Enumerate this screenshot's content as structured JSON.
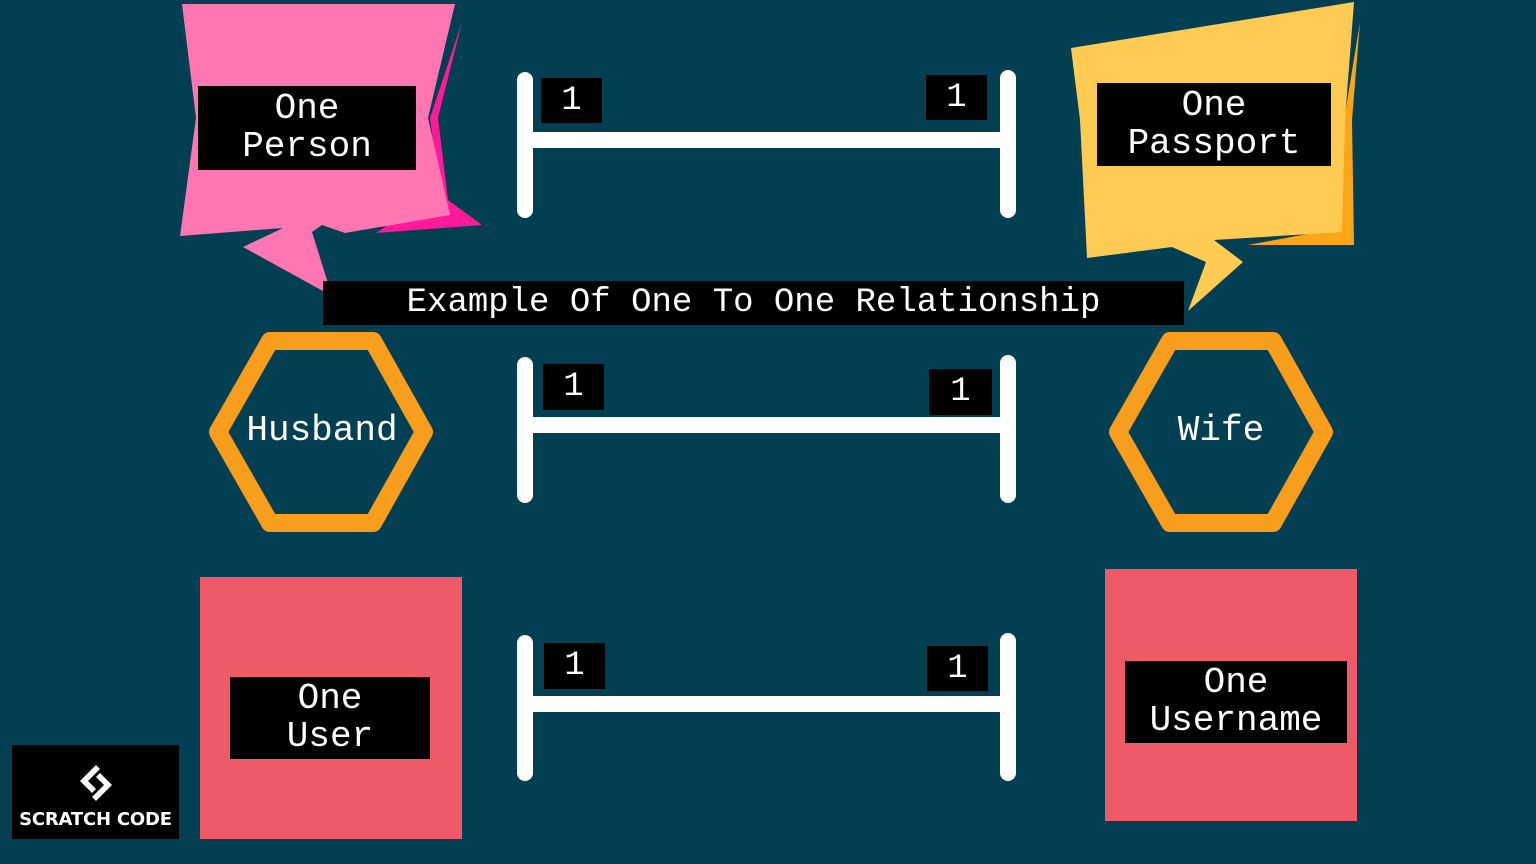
{
  "title": "Example Of One To One Relationship",
  "colors": {
    "background": "#023f52",
    "pink_bubble": "#ff76b2",
    "pink_shadow": "#ff1a9a",
    "yellow_bubble": "#ffcb52",
    "yellow_shadow": "#fba518",
    "hexagon_stroke": "#f89d1c",
    "coral_box": "#ef5a68",
    "connector": "#ffffff",
    "label_bg": "#000000"
  },
  "relationships": [
    {
      "left": {
        "shape": "speech-bubble-pink",
        "lines": [
          "One",
          "Person"
        ]
      },
      "right": {
        "shape": "speech-bubble-yellow",
        "lines": [
          "One",
          "Passport"
        ]
      },
      "left_multiplicity": "1",
      "right_multiplicity": "1"
    },
    {
      "left": {
        "shape": "hexagon",
        "lines": [
          "Husband"
        ]
      },
      "right": {
        "shape": "hexagon",
        "lines": [
          "Wife"
        ]
      },
      "left_multiplicity": "1",
      "right_multiplicity": "1"
    },
    {
      "left": {
        "shape": "rectangle",
        "lines": [
          "One",
          "User"
        ]
      },
      "right": {
        "shape": "rectangle",
        "lines": [
          "One",
          "Username"
        ]
      },
      "left_multiplicity": "1",
      "right_multiplicity": "1"
    }
  ],
  "logo": {
    "icon": "scratch-code-logo-icon",
    "text": "SCRATCH CODE"
  }
}
